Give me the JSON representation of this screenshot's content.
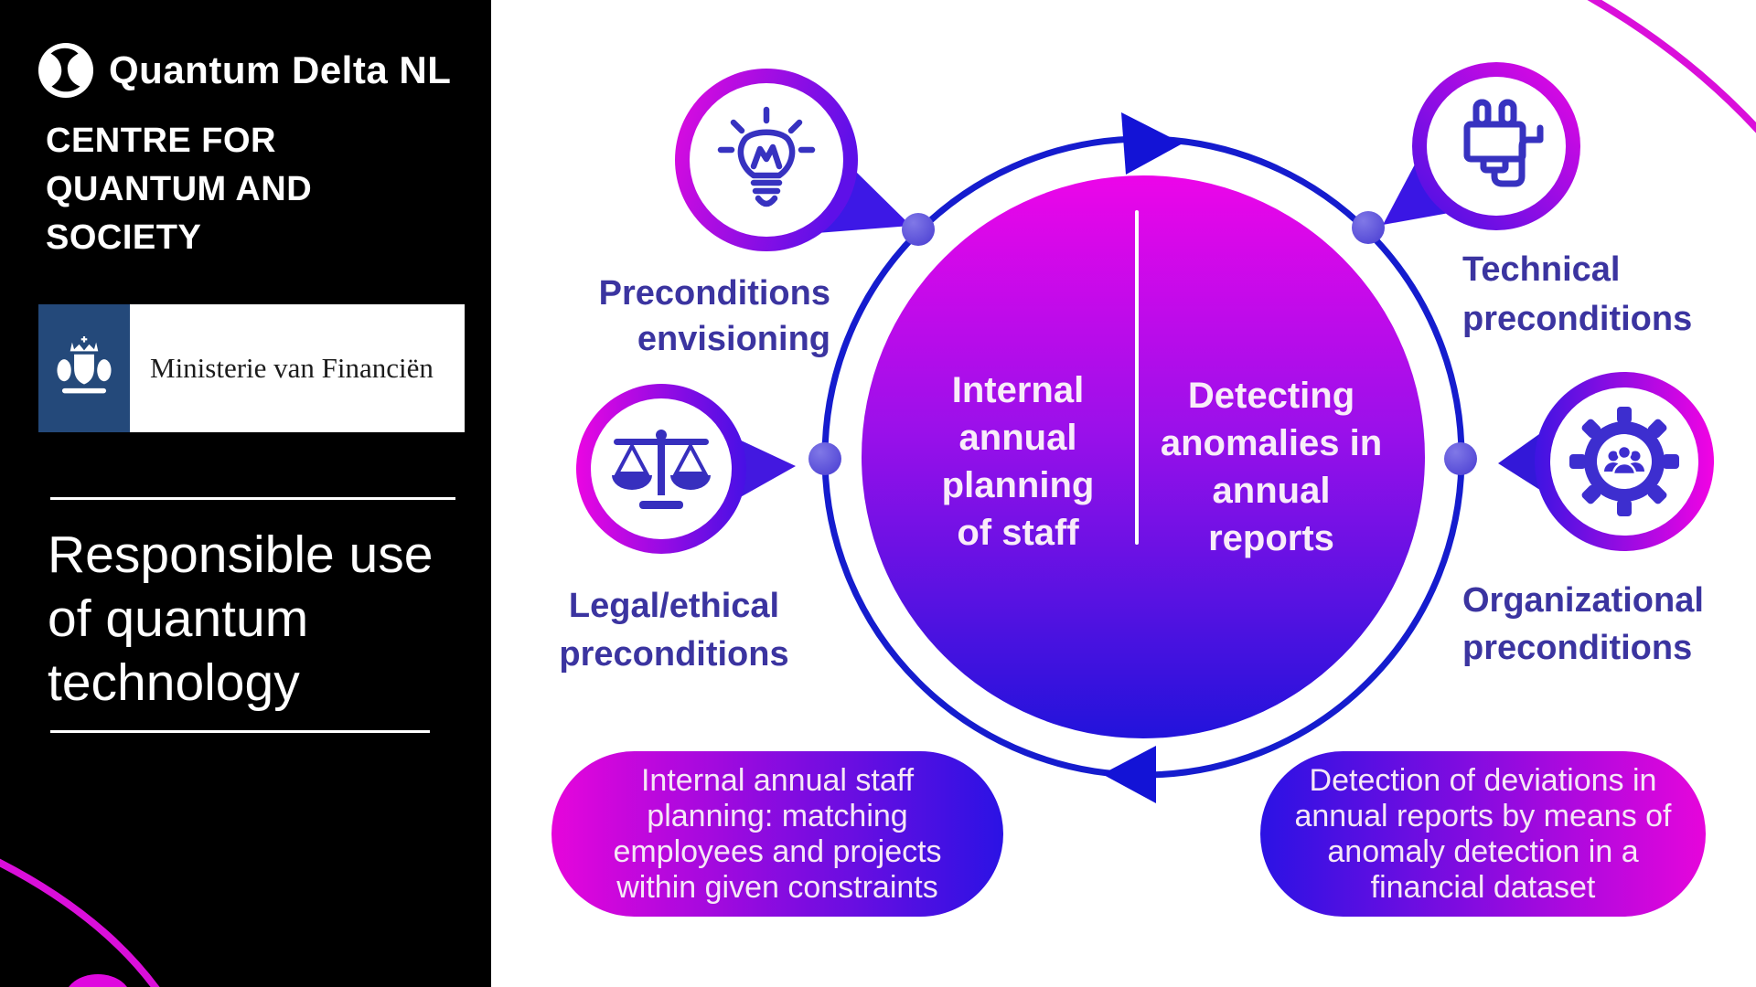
{
  "brand": {
    "logo_text": "Quantum Delta NL",
    "org_lines": [
      "CENTRE FOR",
      "QUANTUM AND",
      "SOCIETY"
    ],
    "ministry_label": "Ministerie van Financiën",
    "title_lines": [
      "Responsible use",
      "of quantum",
      "technology"
    ]
  },
  "diagram": {
    "hub_left_lines": [
      "Internal",
      "annual",
      "planning",
      "of staff"
    ],
    "hub_right_lines": [
      "Detecting",
      "anomalies in",
      "annual",
      "reports"
    ],
    "labels": {
      "envisioning": [
        "Preconditions",
        "envisioning"
      ],
      "technical": [
        "Technical",
        "preconditions"
      ],
      "legal": [
        "Legal/ethical",
        "preconditions"
      ],
      "organizational": [
        "Organizational",
        "preconditions"
      ]
    },
    "callout_left_lines": [
      "Internal annual staff",
      "planning: matching",
      "employees and projects",
      "within given constraints"
    ],
    "callout_right_lines": [
      "Detection of deviations in",
      "annual reports by means of",
      "anomaly detection in a",
      "financial dataset"
    ],
    "icons": [
      "lightbulb-icon",
      "plug-icon",
      "scales-icon",
      "gear-people-icon"
    ],
    "colors": {
      "sidebar_bg": "#000000",
      "ministry_blue": "#24497A",
      "accent_magenta": "#E606DF",
      "accent_blue": "#2213DD",
      "ring_blue": "#151CCE",
      "label_indigo": "#3B34A0",
      "icon_blue": "#3732C0",
      "dot_purple": "#5A4ED8"
    }
  }
}
